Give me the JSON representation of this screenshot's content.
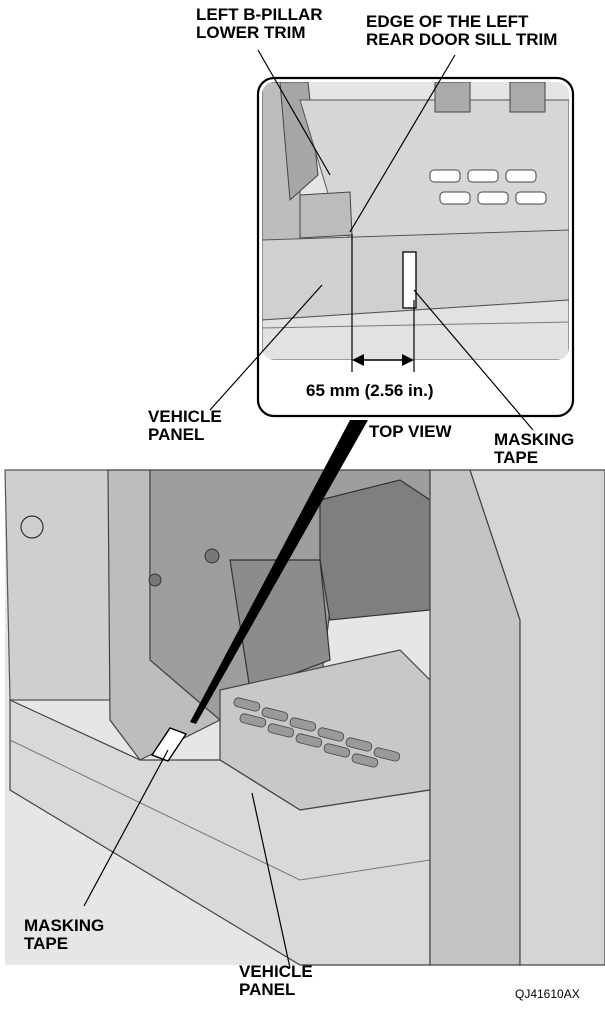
{
  "labels": {
    "b_pillar": [
      "LEFT B-PILLAR",
      "LOWER TRIM"
    ],
    "sill_edge": [
      "EDGE OF THE LEFT",
      "REAR DOOR SILL TRIM"
    ],
    "vehicle_panel_upper": [
      "VEHICLE",
      "PANEL"
    ],
    "masking_tape_upper": [
      "MASKING",
      "TAPE"
    ],
    "top_view": "TOP VIEW",
    "dimension": "65 mm (2.56 in.)",
    "masking_tape_lower": [
      "MASKING",
      "TAPE"
    ],
    "vehicle_panel_lower": [
      "VEHICLE",
      "PANEL"
    ],
    "figure_code": "QJ41610AX"
  }
}
